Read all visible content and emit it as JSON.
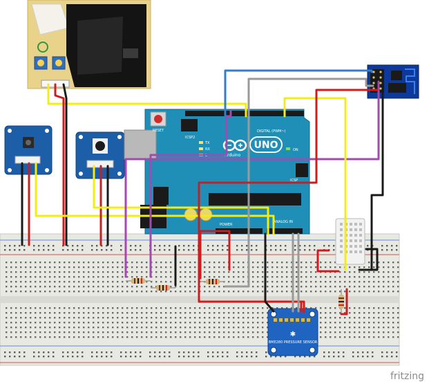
{
  "arduino": {
    "reset_label": "RESET",
    "icsp2_label": "ICSP2",
    "digital_label": "DIGITAL (PWM~)",
    "tx_label": "TX",
    "rx_label": "RX",
    "l_label": "L",
    "on_label": "ON",
    "logo_text": "Arduino",
    "model_badge": "UNO",
    "icsp_label": "ICSP",
    "power_label": "POWER",
    "analog_label": "ANALOG IN"
  },
  "sensor_board": {
    "title": "BME280 PRESSURE SENSOR"
  },
  "watermark": "fritzing",
  "colors": {
    "arduino_board": "#1f8fb8",
    "grove_module": "#1c5ea8",
    "breadboard": "#e8e8e3",
    "wire_red": "#d01c1c",
    "wire_black": "#1a1a1a",
    "wire_yellow": "#f2ec1d",
    "wire_blue": "#2f7fd0",
    "wire_gray": "#9a9a9a",
    "wire_purple": "#a34ab0",
    "esp_module": "#0d3a9a",
    "dust_sensor": "#e9d38a"
  }
}
